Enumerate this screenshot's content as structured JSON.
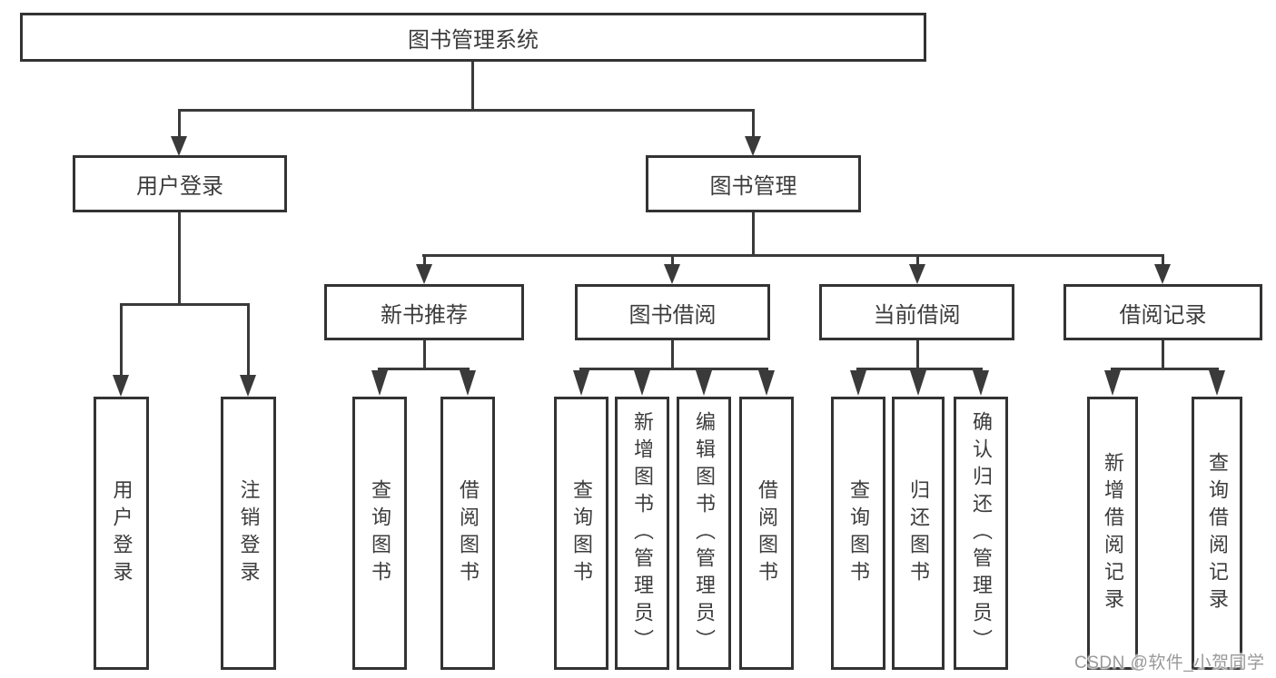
{
  "colors": {
    "line": "#3a3a3a",
    "box_border": "#333333",
    "text": "#3c3c3c",
    "watermark": "#999999",
    "background": "#ffffff"
  },
  "tree": {
    "label": "图书管理系统",
    "children": [
      {
        "label": "用户登录",
        "children": [
          {
            "label": "用户登录"
          },
          {
            "label": "注销登录"
          }
        ]
      },
      {
        "label": "图书管理",
        "children": [
          {
            "label": "新书推荐",
            "children": [
              {
                "label": "查询图书"
              },
              {
                "label": "借阅图书"
              }
            ]
          },
          {
            "label": "图书借阅",
            "children": [
              {
                "label": "查询图书"
              },
              {
                "label": "新增图书（管理员）"
              },
              {
                "label": "编辑图书（管理员）"
              },
              {
                "label": "借阅图书"
              }
            ]
          },
          {
            "label": "当前借阅",
            "children": [
              {
                "label": "查询图书"
              },
              {
                "label": "归还图书"
              },
              {
                "label": "确认归还（管理员）"
              }
            ]
          },
          {
            "label": "借阅记录",
            "children": [
              {
                "label": "新增借阅记录"
              },
              {
                "label": "查询借阅记录"
              }
            ]
          }
        ]
      }
    ]
  },
  "watermark": {
    "text": "CSDN @软件_小贺同学"
  }
}
